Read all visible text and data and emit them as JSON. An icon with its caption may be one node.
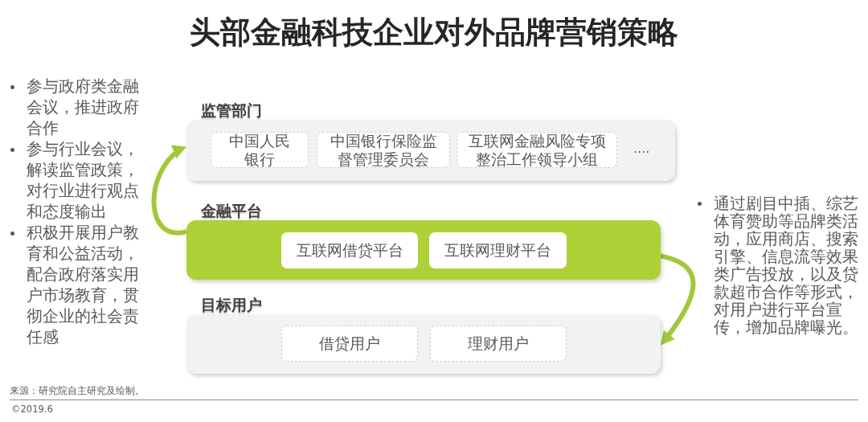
{
  "diagram": {
    "title": "头部金融科技企业对外品牌营销策略",
    "nodes": [
      {
        "text": [
          "监管部门",
          "...."
        ]
      },
      {
        "text": [
          "中国人民银行"
        ],
        "in": 0
      },
      {
        "text": [
          "中国银行保险监督管理委员会"
        ],
        "in": 0
      },
      {
        "text": [
          "互联网金融风险专项整治工作领导小组"
        ],
        "in": 0
      },
      {
        "text": [
          "金融平台"
        ]
      },
      {
        "text": [
          "互联网借贷平台"
        ],
        "in": 4
      },
      {
        "text": [
          "互联网理财平台"
        ],
        "in": 4
      },
      {
        "text": [
          "目标用户"
        ]
      },
      {
        "text": [
          "借贷用户"
        ],
        "in": 7
      },
      {
        "text": [
          "理财用户"
        ],
        "in": 7
      }
    ],
    "edges": [
      {
        "from": 4,
        "to": 0,
        "arrow": "to"
      },
      {
        "from": 4,
        "to": 7,
        "arrow": "to"
      }
    ],
    "labels": [
      "参与政府类金融会议，推进政府合作",
      "参与行业会议，解读监管政策，对行业进行观点和态度输出",
      "积极开展用户教育和公益活动，配合政府落实用户市场教育，贯彻企业的社会责任感",
      "通过剧目中插、综艺体育赞助等品牌类活动，应用商店、搜索引擎、信息流等效果类广告投放，以及贷款超市合作等形式，对用户进行平台宣传，增加品牌曝光。",
      "来源：研究院自主研究及绘制。",
      "©2019.6"
    ]
  }
}
